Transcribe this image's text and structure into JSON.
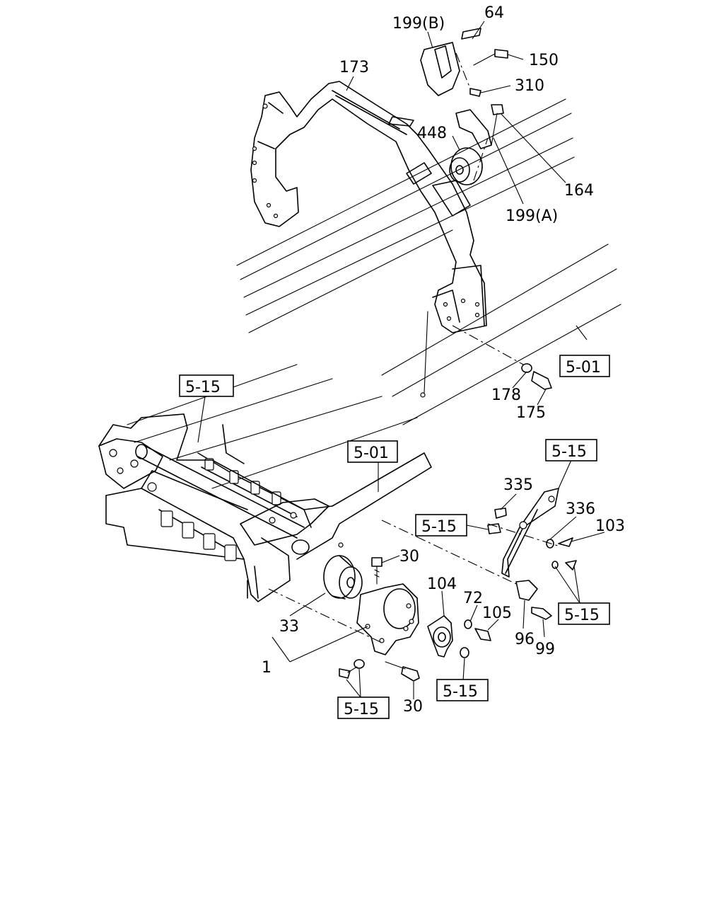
{
  "parts": {
    "p64": "64",
    "p199b": "199(B)",
    "p150": "150",
    "p310": "310",
    "p173": "173",
    "p448": "448",
    "p164": "164",
    "p199a": "199(A)",
    "p178": "178",
    "p175": "175",
    "p335": "335",
    "p336": "336",
    "p103": "103",
    "p30a": "30",
    "p104": "104",
    "p72": "72",
    "p105": "105",
    "p33": "33",
    "p1": "1",
    "p96": "96",
    "p99": "99",
    "p30b": "30"
  },
  "references": {
    "r501a": "5-01",
    "r515a": "5-15",
    "r501b": "5-01",
    "r515b": "5-15",
    "r515c": "5-15",
    "r515d": "5-15",
    "r515e": "5-15",
    "r515f": "5-15"
  }
}
